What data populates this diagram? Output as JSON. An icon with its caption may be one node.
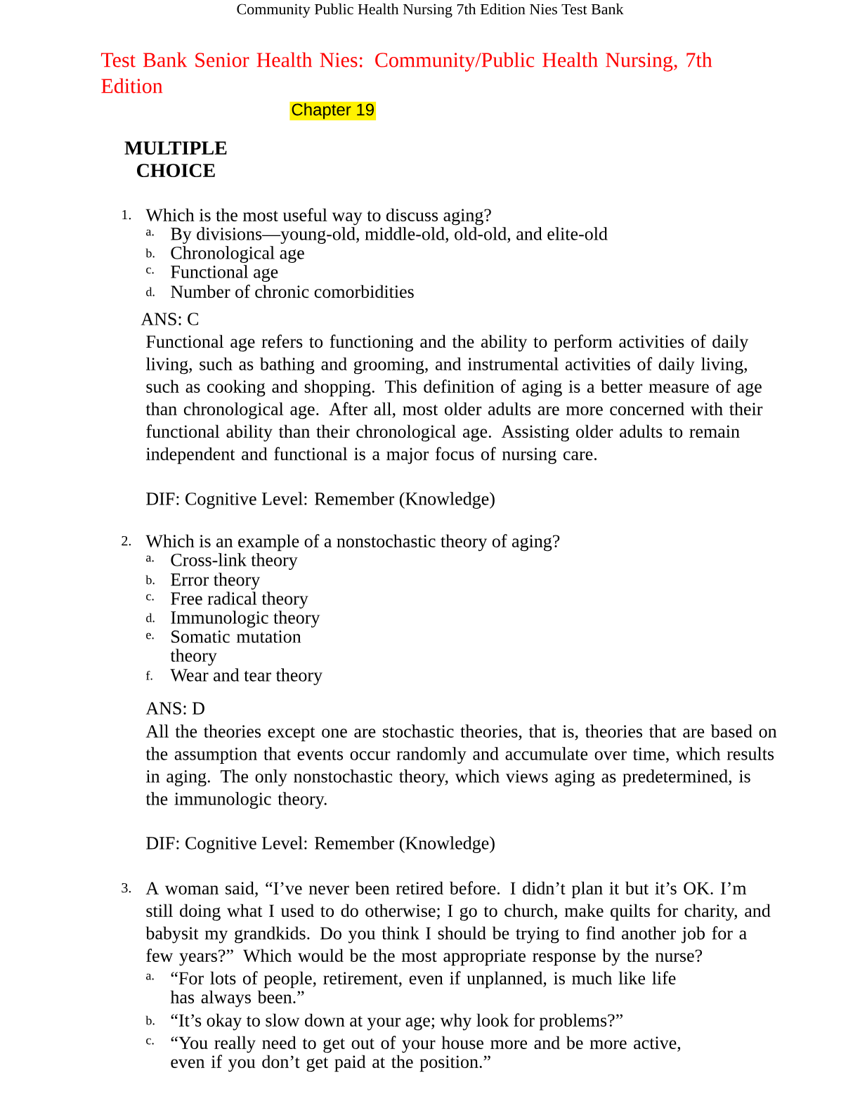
{
  "diagram": {
    "title": "Test Bank Senior Health Nies: Community/Public Health Nursing, 7th Edition",
    "labels": [
      "Community Public Health Nursing 7th Edition Nies Test Bank",
      "Chapter 19",
      "MULTIPLE CHOICE",
      "1.",
      "Which is the most useful way to discuss aging?",
      "a.",
      "By divisions—young-old, middle-old, old-old, and elite-old",
      "b.",
      "Chronological age",
      "c.",
      "Functional age",
      "d.",
      "Number of chronic comorbidities",
      "ANS: C",
      "Functional age refers to functioning and the ability to perform activities of daily living, such as bathing and grooming, and instrumental activities of daily living, such as cooking and shopping. This definition of aging is a better measure of age than chronological age. After all, most older adults are more concerned with their functional ability than their chronological age. Assisting older adults to remain independent and functional is a major focus of nursing care.",
      "DIF: Cognitive Level: Remember (Knowledge)",
      "2.",
      "Which is an example of a nonstochastic theory of aging?",
      "a.",
      "Cross-link theory",
      "b.",
      "Error theory",
      "c.",
      "Free radical theory",
      "d.",
      "Immunologic theory",
      "e.",
      "Somatic mutation theory",
      "f.",
      "Wear and tear theory",
      "ANS: D",
      "All the theories except one are stochastic theories, that is, theories that are based on the assumption that events occur randomly and accumulate over time, which results in aging. The only nonstochastic theory, which views aging as predetermined, is the immunologic theory.",
      "DIF: Cognitive Level: Remember (Knowledge)",
      "3.",
      "A woman said, “I’ve never been retired before. I didn’t plan it but it’s OK. I’m still doing what I used to do otherwise; I go to church, make quilts for charity, and babysit my grandkids. Do you think I should be trying to find another job for a few years?” Which would be the most appropriate response by the nurse?",
      "a.",
      "“For lots of people, retirement, even if unplanned, is much like life has always been.”",
      "b.",
      "“It’s okay to slow down at your age; why look for problems?”",
      "c.",
      "“You really need to get out of your house more and be more active, even if you don’t get paid at the position.”"
    ]
  }
}
